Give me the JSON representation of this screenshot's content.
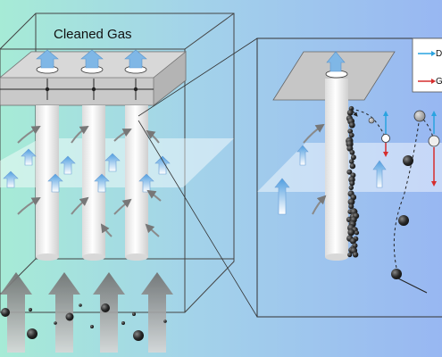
{
  "diagram": {
    "title": "Cleaned Gas",
    "legend": [
      {
        "label": "D",
        "color": "#29a3e0",
        "icon": "blue-arrow-icon"
      },
      {
        "label": "G",
        "color": "#d62d2d",
        "icon": "red-arrow-icon"
      }
    ],
    "colors": {
      "background_left": "#9fe4d3",
      "background_right": "#9bbcf0",
      "plate": "#c8c8c8",
      "tube": "#f4f4f4",
      "particle": "#222222",
      "gas_flow": "#8a8a8a",
      "box_line": "#3a3a3a"
    }
  }
}
